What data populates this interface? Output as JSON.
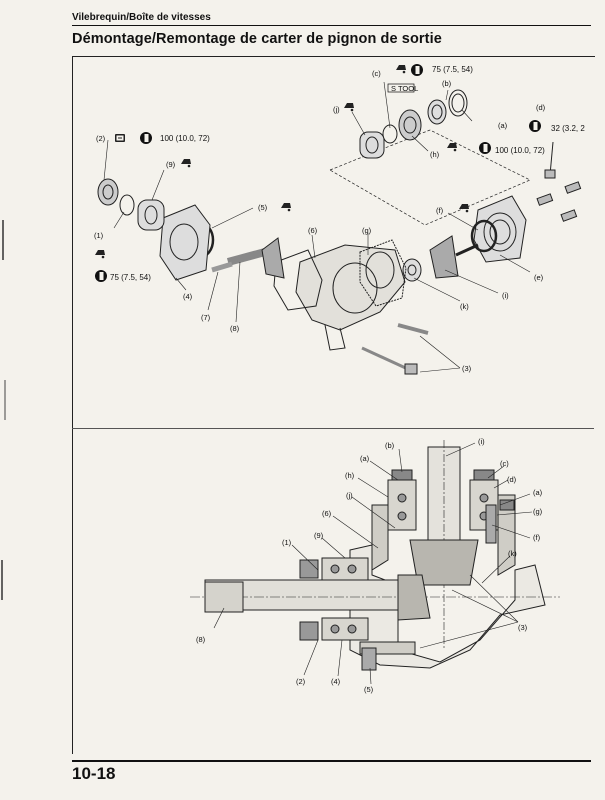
{
  "header": {
    "section": "Vilebrequin/Boîte de vitesses",
    "title": "Démontage/Remontage de carter de pignon de sortie"
  },
  "footer": {
    "page_number": "10-18"
  },
  "exploded": {
    "labels": {
      "a": "(a)",
      "b": "(b)",
      "c": "(c)",
      "d": "(d)",
      "e": "(e)",
      "f": "(f)",
      "g": "(g)",
      "h": "(h)",
      "i": "(i)",
      "j": "(j)",
      "k": "(k)",
      "n1": "(1)",
      "n2": "(2)",
      "n3": "(3)",
      "n4": "(4)",
      "n5": "(5)",
      "n6": "(6)",
      "n7": "(7)",
      "n8": "(8)",
      "n9": "(9)"
    },
    "torques": {
      "c": "75 (7.5, 54)",
      "d": "32 (3.2, 2",
      "h": "100 (10.0, 72)",
      "n2": "100 (10.0, 72)",
      "left": "75 (7.5, 54)"
    },
    "tool_tag": "S TOOL"
  },
  "section_view": {
    "labels": {
      "a": "(a)",
      "b": "(b)",
      "c": "(c)",
      "d": "(d)",
      "f": "(f)",
      "g": "(g)",
      "h": "(h)",
      "i": "(i)",
      "j": "(j)",
      "k": "(k)",
      "n1": "(1)",
      "n2": "(2)",
      "n3": "(3)",
      "n4": "(4)",
      "n5": "(5)",
      "n6": "(6)",
      "n8": "(8)",
      "n9": "(9)"
    }
  }
}
